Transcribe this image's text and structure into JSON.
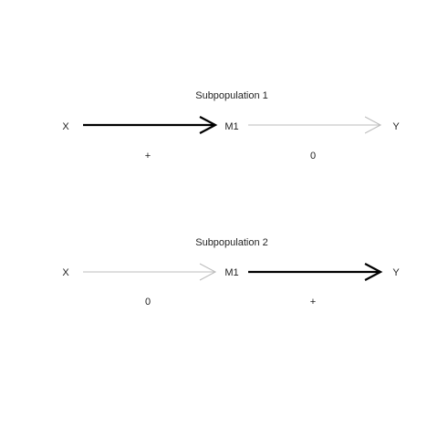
{
  "colors": {
    "strong": "#000000",
    "weak": "#bdbdbd",
    "text": "#222222",
    "background": "#ffffff"
  },
  "panels": [
    {
      "title": "Subpopulation 1",
      "nodes": {
        "x": "X",
        "m": "M1",
        "y": "Y"
      },
      "paths": [
        {
          "from": "X",
          "to": "M1",
          "effect": "+",
          "emphasis": "strong"
        },
        {
          "from": "M1",
          "to": "Y",
          "effect": "0",
          "emphasis": "weak"
        }
      ]
    },
    {
      "title": "Subpopulation 2",
      "nodes": {
        "x": "X",
        "m": "M1",
        "y": "Y"
      },
      "paths": [
        {
          "from": "X",
          "to": "M1",
          "effect": "0",
          "emphasis": "weak"
        },
        {
          "from": "M1",
          "to": "Y",
          "effect": "+",
          "emphasis": "strong"
        }
      ]
    }
  ]
}
